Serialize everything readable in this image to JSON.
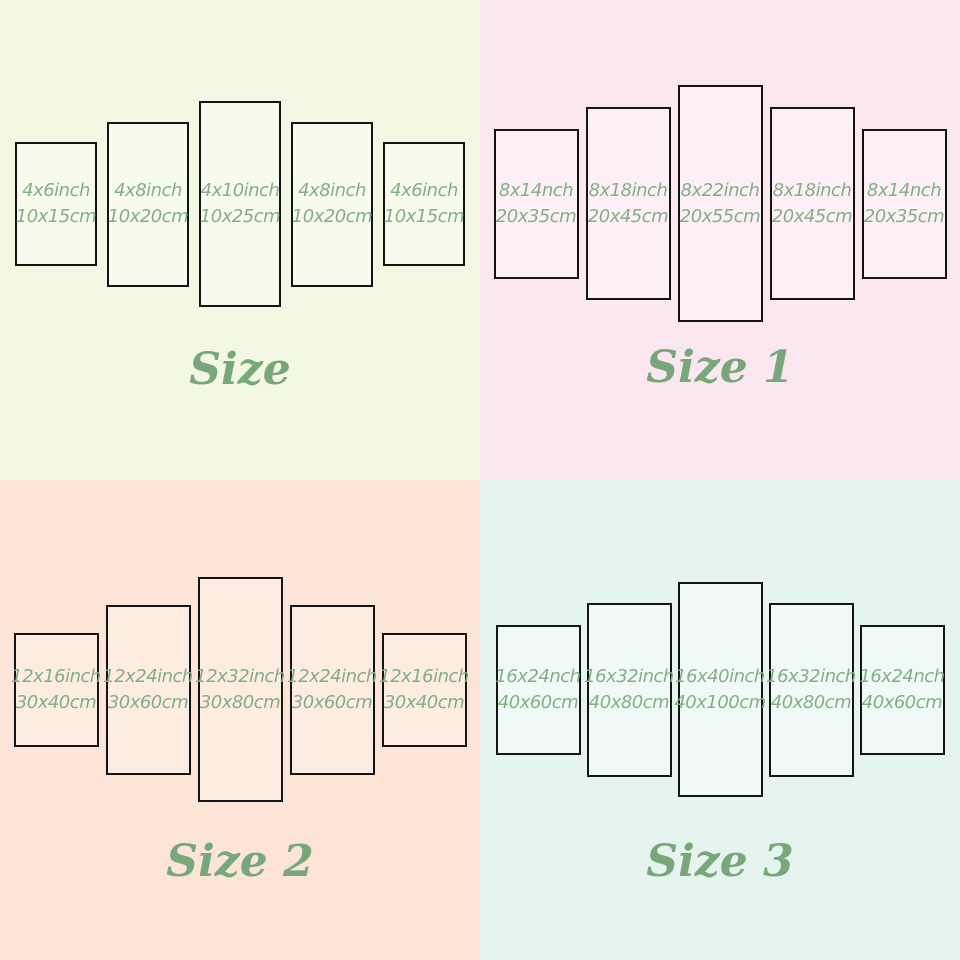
{
  "colors": {
    "panel_border": "#141414",
    "panel_text_green": "#85ad88",
    "label_green": "#78a87a",
    "quadrant1_bg": "#f2f8e4",
    "quadrant1_panel_bg": "#f7fbee",
    "quadrant2_bg": "#fae7f0",
    "quadrant2_panel_bg": "#fcf0f6",
    "quadrant3_bg": "#fce4d6",
    "quadrant3_panel_bg": "#fdece1",
    "quadrant4_bg": "#e6f4f0",
    "quadrant4_panel_bg": "#effaf6"
  },
  "quadrants": [
    {
      "label": "Size",
      "bg": "#f2f8e4",
      "panel_bg": "#f7fbee",
      "panels": [
        {
          "inch": "4x6inch",
          "cm": "10x15cm"
        },
        {
          "inch": "4x8inch",
          "cm": "10x20cm"
        },
        {
          "inch": "4x10inch",
          "cm": "10x25cm"
        },
        {
          "inch": "4x8inch",
          "cm": "10x20cm"
        },
        {
          "inch": "4x6inch",
          "cm": "10x15cm"
        }
      ]
    },
    {
      "label": "Size 1",
      "bg": "#fae7f0",
      "panel_bg": "#fcf0f6",
      "panels": [
        {
          "inch": "8x14nch",
          "cm": "20x35cm"
        },
        {
          "inch": "8x18inch",
          "cm": "20x45cm"
        },
        {
          "inch": "8x22inch",
          "cm": "20x55cm"
        },
        {
          "inch": "8x18inch",
          "cm": "20x45cm"
        },
        {
          "inch": "8x14nch",
          "cm": "20x35cm"
        }
      ]
    },
    {
      "label": "Size 2",
      "bg": "#fce4d6",
      "panel_bg": "#fdece1",
      "panels": [
        {
          "inch": "12x16inch",
          "cm": "30x40cm"
        },
        {
          "inch": "12x24inch",
          "cm": "30x60cm"
        },
        {
          "inch": "12x32inch",
          "cm": "30x80cm"
        },
        {
          "inch": "12x24inch",
          "cm": "30x60cm"
        },
        {
          "inch": "12x16inch",
          "cm": "30x40cm"
        }
      ]
    },
    {
      "label": "Size 3",
      "bg": "#e6f4f0",
      "panel_bg": "#effaf6",
      "panels": [
        {
          "inch": "16x24nch",
          "cm": "40x60cm"
        },
        {
          "inch": "16x32inch",
          "cm": "40x80cm"
        },
        {
          "inch": "16x40inch",
          "cm": "40x100cm"
        },
        {
          "inch": "16x32inch",
          "cm": "40x80cm"
        },
        {
          "inch": "16x24nch",
          "cm": "40x60cm"
        }
      ]
    }
  ]
}
